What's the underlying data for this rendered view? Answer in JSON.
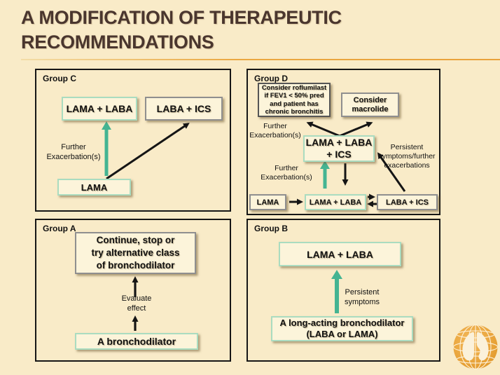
{
  "title": {
    "line1": "A MODIFICATION OF THERAPEUTIC",
    "line2": "RECOMMENDATIONS",
    "full": "A MODIFICATION OF THERAPEUTIC\nRECOMMENDATIONS"
  },
  "colors": {
    "background": "#f9ebc8",
    "title_text": "#4a362e",
    "divider_orange": "#e9a23b",
    "arrow_teal": "#45b492",
    "arrow_black": "#151515",
    "box_border_teal": "#aadcc0",
    "box_border_gray": "#8f8f8f",
    "panel_border": "#161616",
    "box_fill": "#fcf4da",
    "logo_orange": "#e8a339"
  },
  "group_c": {
    "label": "Group C",
    "box_lama_laba": "LAMA + LABA",
    "box_laba_ics": "LABA + ICS",
    "box_lama": "LAMA",
    "note_further": "Further\nExacerbation(s)"
  },
  "group_d": {
    "label": "Group D",
    "box_roflumilast": "Consider roflumilast\nif FEV1 < 50% pred\nand patient has\nchronic bronchitis",
    "box_macrolide": "Consider\nmacrolide",
    "box_triple": "LAMA + LABA\n+ ICS",
    "box_lama": "LAMA",
    "box_lama_laba": "LAMA + LABA",
    "box_laba_ics": "LABA + ICS",
    "note_further_top": "Further\nExacerbation(s)",
    "note_further_mid": "Further\nExacerbation(s)",
    "note_persistent": "Persistent\nsymptoms/further\nexacerbations"
  },
  "group_a": {
    "label": "Group A",
    "box_continue": "Continue, stop or\ntry alternative class\nof bronchodilator",
    "note_evaluate": "Evaluate\neffect",
    "box_bronchodilator": "A bronchodilator"
  },
  "group_b": {
    "label": "Group B",
    "box_lama_laba": "LAMA + LABA",
    "note_persistent": "Persistent\nsymptoms",
    "box_long_acting": "A long-acting bronchodilator\n(LABA or LAMA)"
  },
  "logo": {
    "icon": "globe-with-lungs"
  }
}
